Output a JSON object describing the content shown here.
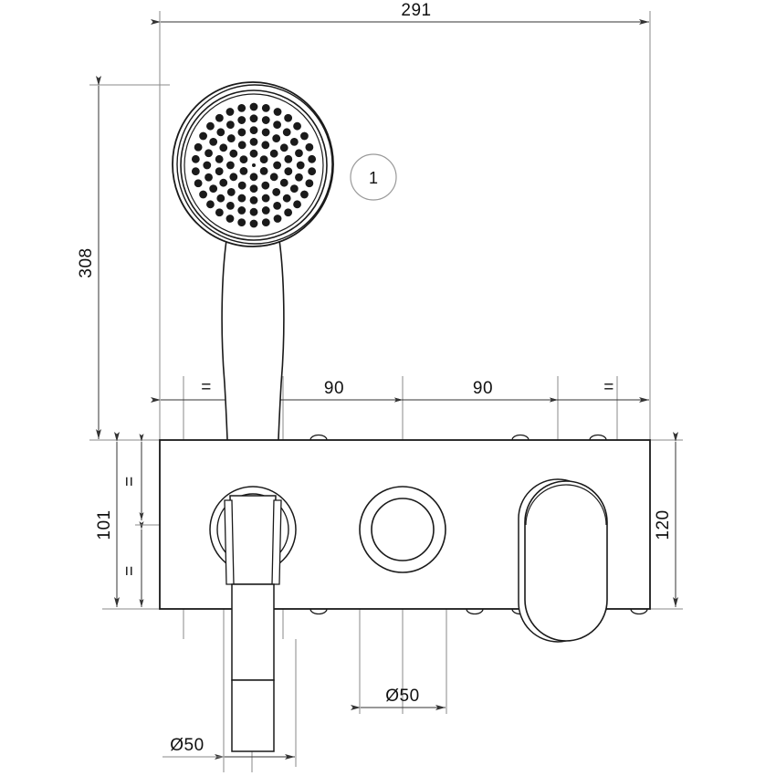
{
  "drawing": {
    "type": "technical-dimension-drawing",
    "subject": "wall-mounted shower mixer valve with handset",
    "units": "mm",
    "line_color": "#1a1a1a",
    "dimension_line_color": "#555555",
    "background_color": "#ffffff"
  },
  "dimensions": {
    "overall_width": {
      "label": "291",
      "position": "top",
      "orientation": "horizontal"
    },
    "overall_height": {
      "label": "308",
      "position": "left",
      "orientation": "vertical"
    },
    "plate_height": {
      "label": "120",
      "position": "right",
      "orientation": "vertical"
    },
    "handset_height": {
      "label": "101",
      "position": "left-lower",
      "orientation": "vertical"
    },
    "spacing_chain": [
      {
        "label": "",
        "note": "unlabeled tick segment"
      },
      {
        "label": "90"
      },
      {
        "label": "90"
      },
      {
        "label": "",
        "note": "unlabeled tick segment"
      }
    ],
    "control_diameter": {
      "label": "Ø50",
      "position": "bottom-center"
    },
    "handset_diameter": {
      "label": "Ø50",
      "position": "bottom-left"
    }
  },
  "callouts": [
    {
      "id": "balloon-1",
      "label": "1",
      "shape": "circle"
    }
  ],
  "components": {
    "shower_head": {
      "name": "handset-spray-face",
      "nozzle_rings": [
        0,
        6,
        12,
        18,
        24,
        30
      ]
    },
    "handset_holder": {
      "name": "handset-holder-ring"
    },
    "control_knob": {
      "name": "round-control-knob"
    },
    "lever_handle": {
      "name": "oval-lever-handle"
    },
    "back_plate": {
      "name": "rectangular-back-plate"
    }
  }
}
